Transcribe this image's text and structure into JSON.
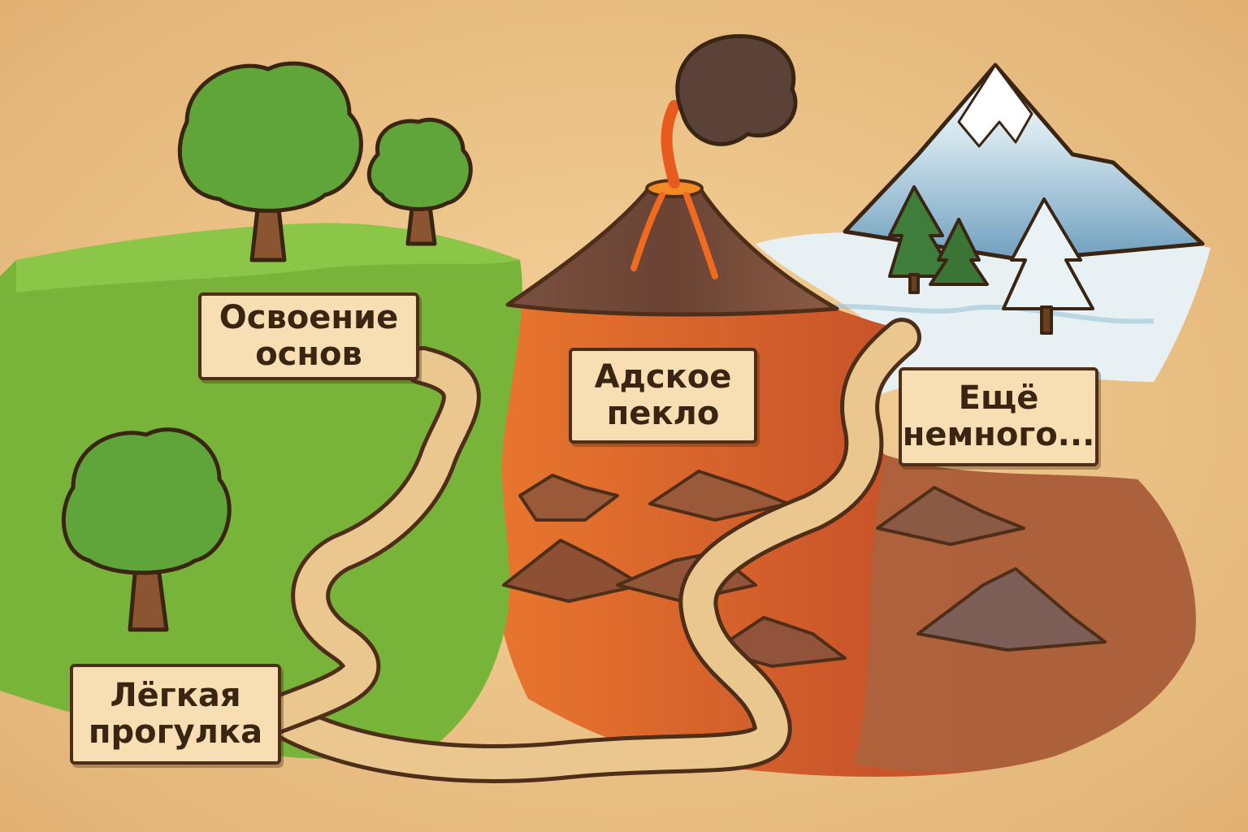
{
  "levels": [
    {
      "id": "easy",
      "line1": "Лёгкая",
      "line2": "прогулка",
      "zone": "meadow"
    },
    {
      "id": "basics",
      "line1": "Освоение",
      "line2": "основ",
      "zone": "forest-hill"
    },
    {
      "id": "hell",
      "line1": "Адское",
      "line2": "пекло",
      "zone": "volcano"
    },
    {
      "id": "more",
      "line1": "Ещё",
      "line2": "немного...",
      "zone": "snow-mountain"
    }
  ],
  "colors": {
    "parchment": "#efc88e",
    "grass": "#79b83a",
    "lava": "#d9652a",
    "rock": "#8a5b3c",
    "snow": "#e8f1f4",
    "path": "#e9c78f",
    "outline": "#4e2e18"
  }
}
